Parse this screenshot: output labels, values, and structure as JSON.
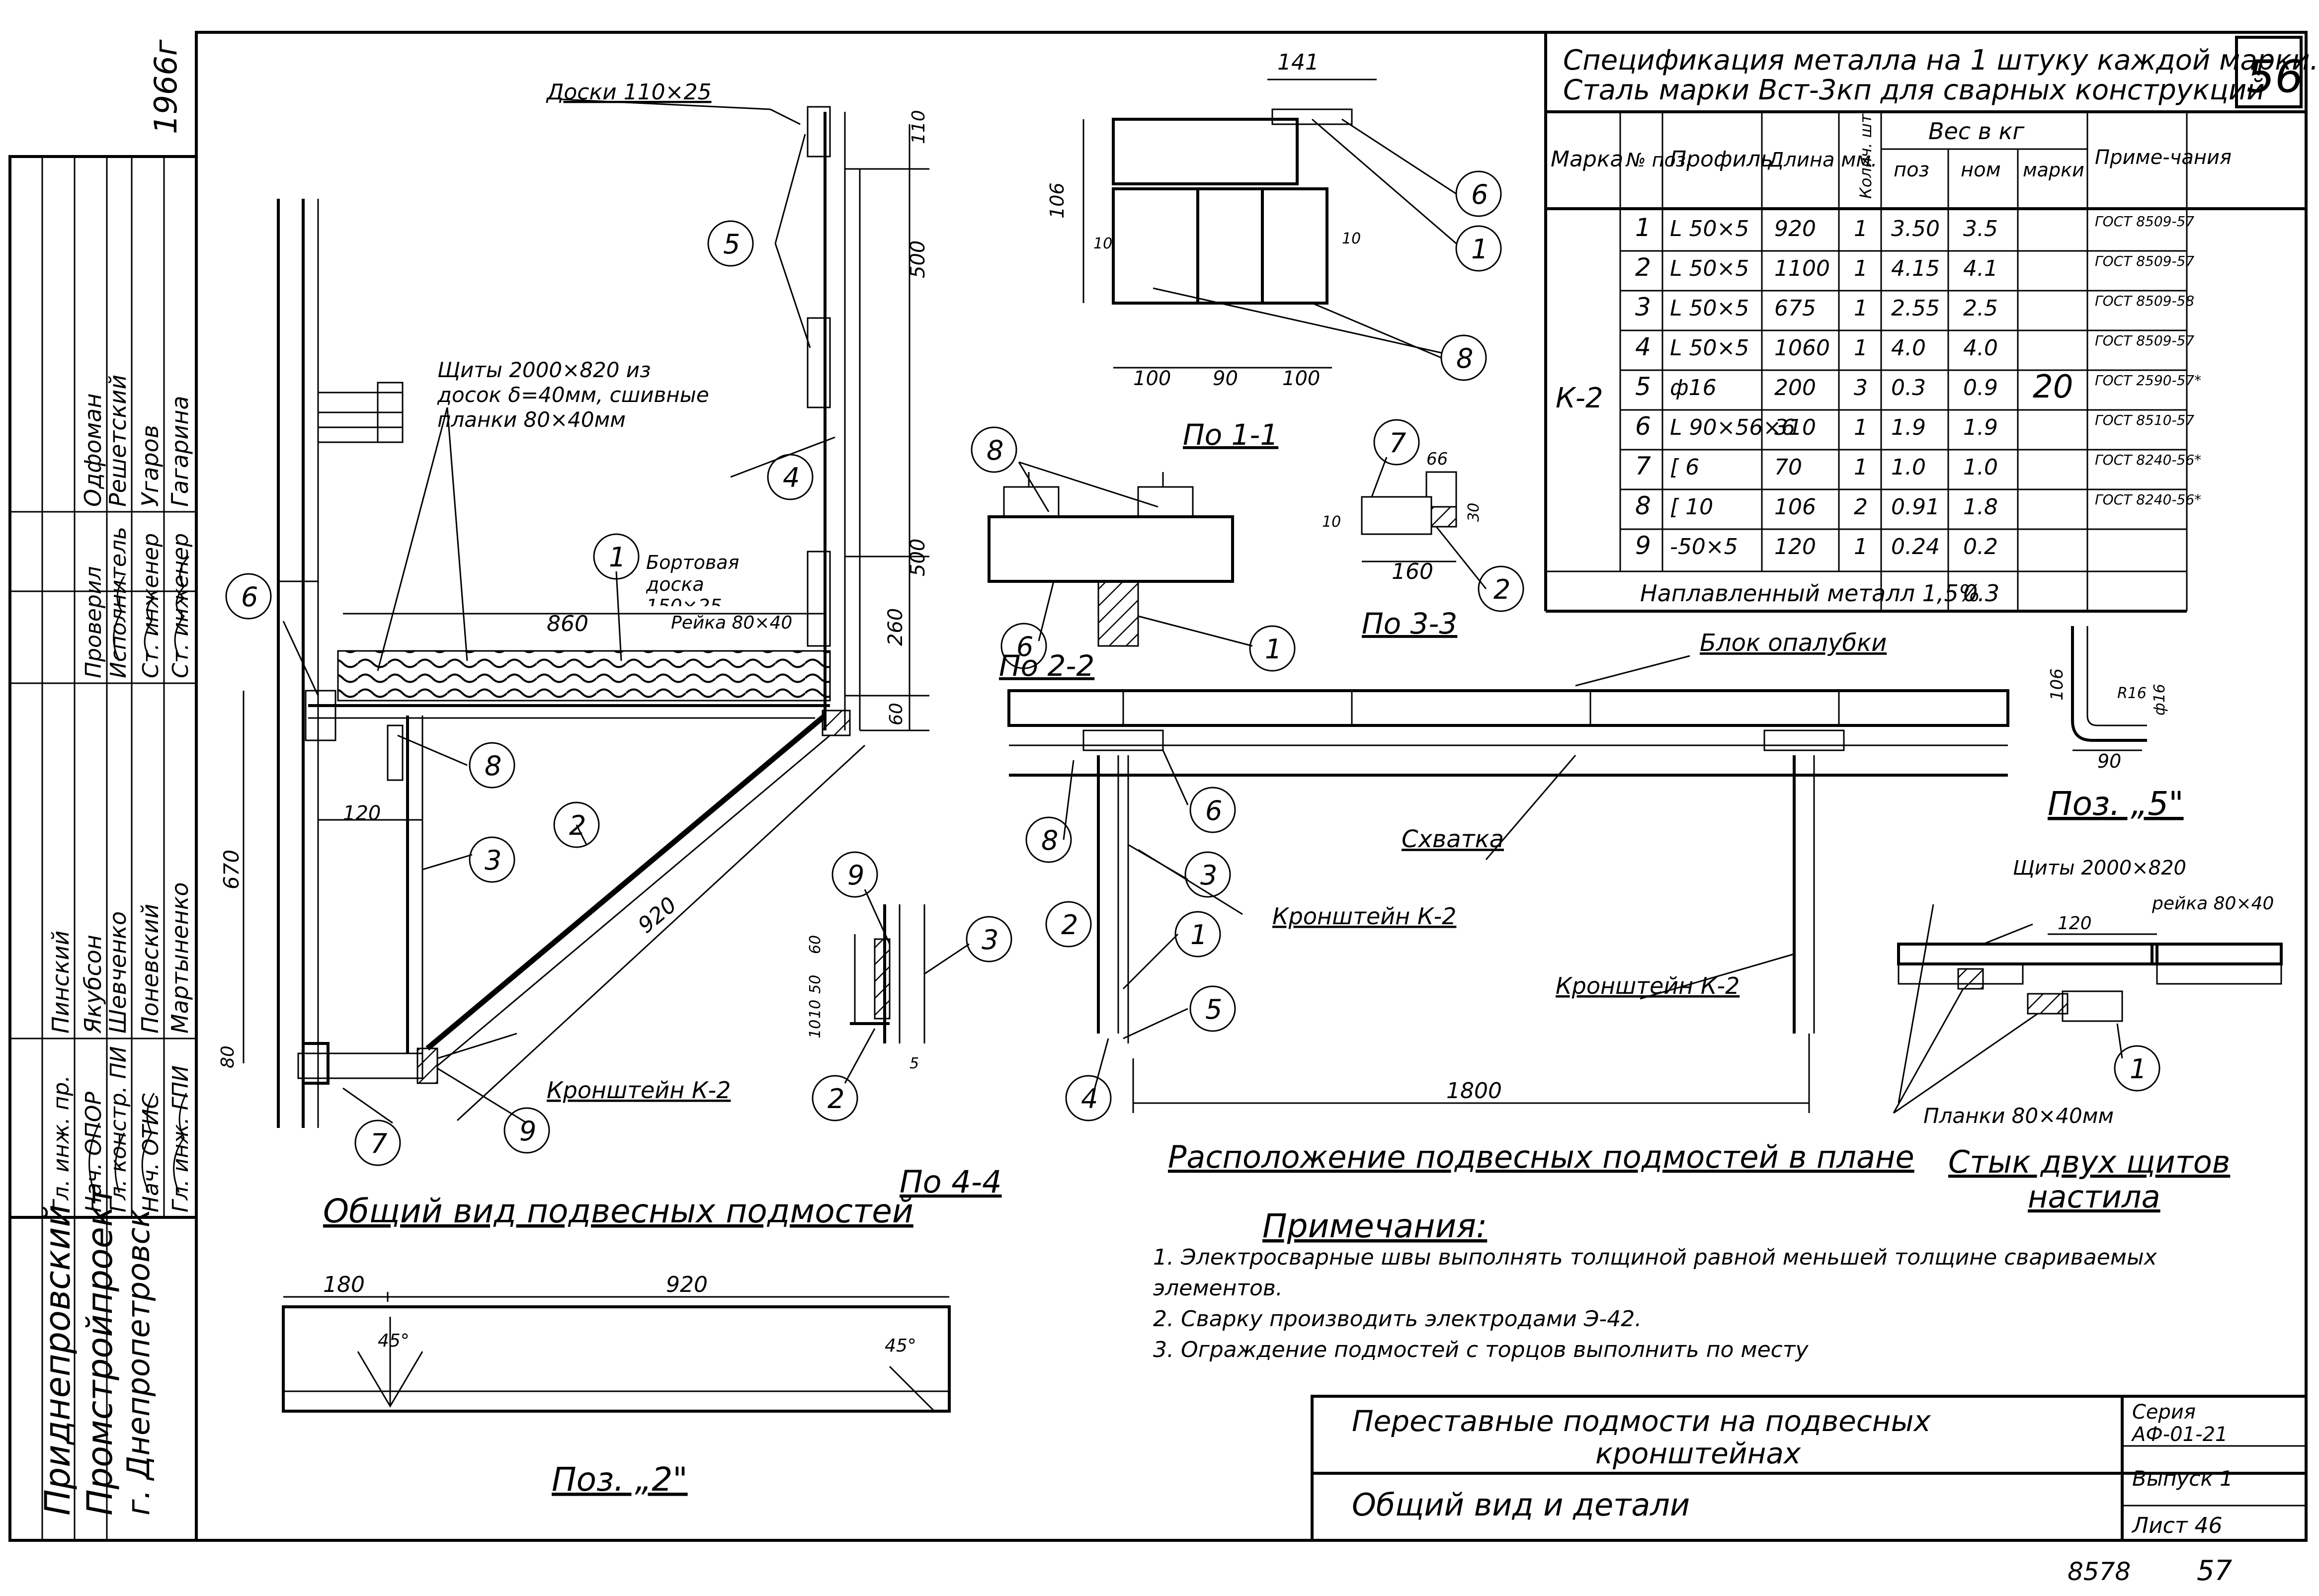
{
  "top_corner_year": "1966г",
  "sheet_marks": {
    "top_right": "56",
    "bottom_codes": [
      "8578",
      "57"
    ]
  },
  "stamp": {
    "organization": [
      "Приднепровский",
      "Промстройпроект",
      "г. Днепропетровск"
    ],
    "roles": [
      "Гл. инж. ГПИ",
      "Нач. ОТИС",
      "Гл. констр. ПИ",
      "Нач. ОПОР",
      "Гл. инж. пр.",
      "Ст. инженер",
      "Ст. инженер",
      "Исполнитель",
      "Проверил"
    ],
    "names": [
      "Мартыненко",
      "Поневский",
      "Шевченко",
      "Якубсон",
      "Пинский",
      "Гагарина",
      "Угаров",
      "Решетский",
      "Одфоман"
    ]
  },
  "spec": {
    "title_line1": "Спецификация металла на 1 штуку каждой марки.",
    "title_line2": "Сталь марки Вст-3кп для сварных конструкций",
    "headers": {
      "mark": "Марка",
      "pos": "№ поз.",
      "profile": "Профиль",
      "length": "Длина мм.",
      "qty": "Колич. шт.",
      "weight": "Вес в кг",
      "w_pos": "поз",
      "w_nom": "ном",
      "w_mark": "марки",
      "note": "Приме-чания"
    },
    "mark_value": "К-2",
    "mark_total": "20",
    "rows": [
      {
        "pos": "1",
        "profile": "L 50×5",
        "length": "920",
        "qty": "1",
        "w_pos": "3.50",
        "w_nom": "3.5",
        "note": "ГОСТ 8509-57"
      },
      {
        "pos": "2",
        "profile": "L 50×5",
        "length": "1100",
        "qty": "1",
        "w_pos": "4.15",
        "w_nom": "4.1",
        "note": "ГОСТ 8509-57"
      },
      {
        "pos": "3",
        "profile": "L 50×5",
        "length": "675",
        "qty": "1",
        "w_pos": "2.55",
        "w_nom": "2.5",
        "note": "ГОСТ 8509-58"
      },
      {
        "pos": "4",
        "profile": "L 50×5",
        "length": "1060",
        "qty": "1",
        "w_pos": "4.0",
        "w_nom": "4.0",
        "note": "ГОСТ 8509-57"
      },
      {
        "pos": "5",
        "profile": "ф16",
        "length": "200",
        "qty": "3",
        "w_pos": "0.3",
        "w_nom": "0.9",
        "note": "ГОСТ 2590-57*"
      },
      {
        "pos": "6",
        "profile": "L 90×56×6",
        "length": "310",
        "qty": "1",
        "w_pos": "1.9",
        "w_nom": "1.9",
        "note": "ГОСТ 8510-57"
      },
      {
        "pos": "7",
        "profile": "[ 6",
        "length": "70",
        "qty": "1",
        "w_pos": "1.0",
        "w_nom": "1.0",
        "note": "ГОСТ 8240-56*"
      },
      {
        "pos": "8",
        "profile": "[ 10",
        "length": "106",
        "qty": "2",
        "w_pos": "0.91",
        "w_nom": "1.8",
        "note": "ГОСТ 8240-56*"
      },
      {
        "pos": "9",
        "profile": "-50×5",
        "length": "120",
        "qty": "1",
        "w_pos": "0.24",
        "w_nom": "0.2",
        "note": ""
      }
    ],
    "weld_label": "Наплавленный металл 1,5%",
    "weld_value": "0.3"
  },
  "main_view": {
    "title": "Общий вид подвесных подмостей",
    "labels": {
      "boards": "Доски 110×25",
      "shields": "Щиты 2000×820 из досок δ=40мм, сшивные планки 80×40мм",
      "side_board": "Бортовая доска 150×25",
      "rail": "Рейка 80×40",
      "bracket": "Кронштейн К-2"
    },
    "dims": [
      "110",
      "500",
      "500",
      "260",
      "60",
      "860",
      "120",
      "670",
      "80",
      "920"
    ]
  },
  "section_1_1": {
    "title": "По 1-1",
    "dims": [
      "141",
      "106",
      "10",
      "10",
      "100",
      "90",
      "100"
    ]
  },
  "section_2_2": {
    "title": "По 2-2"
  },
  "section_3_3": {
    "title": "По 3-3",
    "dims": [
      "66",
      "10",
      "30",
      "160"
    ]
  },
  "section_4_4": {
    "title": "По 4-4",
    "dims": [
      "60",
      "50",
      "10",
      "10",
      "5"
    ]
  },
  "plan": {
    "title": "Расположение подвесных подмостей в плане",
    "formwork": "Блок опалубки",
    "tie": "Схватка",
    "bracket1": "Кронштейн К-2",
    "bracket2": "Кронштейн К-2",
    "dim": "1800"
  },
  "pos5": {
    "title": "Поз. „5\"",
    "dims": [
      "106",
      "R16",
      "ф16",
      "90"
    ]
  },
  "pos2": {
    "title": "Поз. „2\"",
    "dims": [
      "180",
      "920",
      "45°",
      "45°"
    ]
  },
  "joint": {
    "title_line1": "Стык двух щитов",
    "title_line2": "настила",
    "shields": "Щиты 2000×820",
    "rail": "рейка 80×40",
    "dim": "120",
    "planks": "Планки 80×40мм"
  },
  "notes": {
    "heading": "Примечания:",
    "items": [
      "1. Электросварные швы выполнять толщиной равной меньшей толщине свариваемых элементов.",
      "2. Сварку производить электродами Э-42.",
      "3. Ограждение подмостей с торцов выполнить по месту"
    ]
  },
  "title_block": {
    "title_line1": "Переставные подмости на подвесных",
    "title_line2": "кронштейнах",
    "subtitle": "Общий вид и детали",
    "series_label": "Серия",
    "series_value": "АФ-01-21",
    "issue": "Выпуск 1",
    "sheet": "Лист 46"
  }
}
